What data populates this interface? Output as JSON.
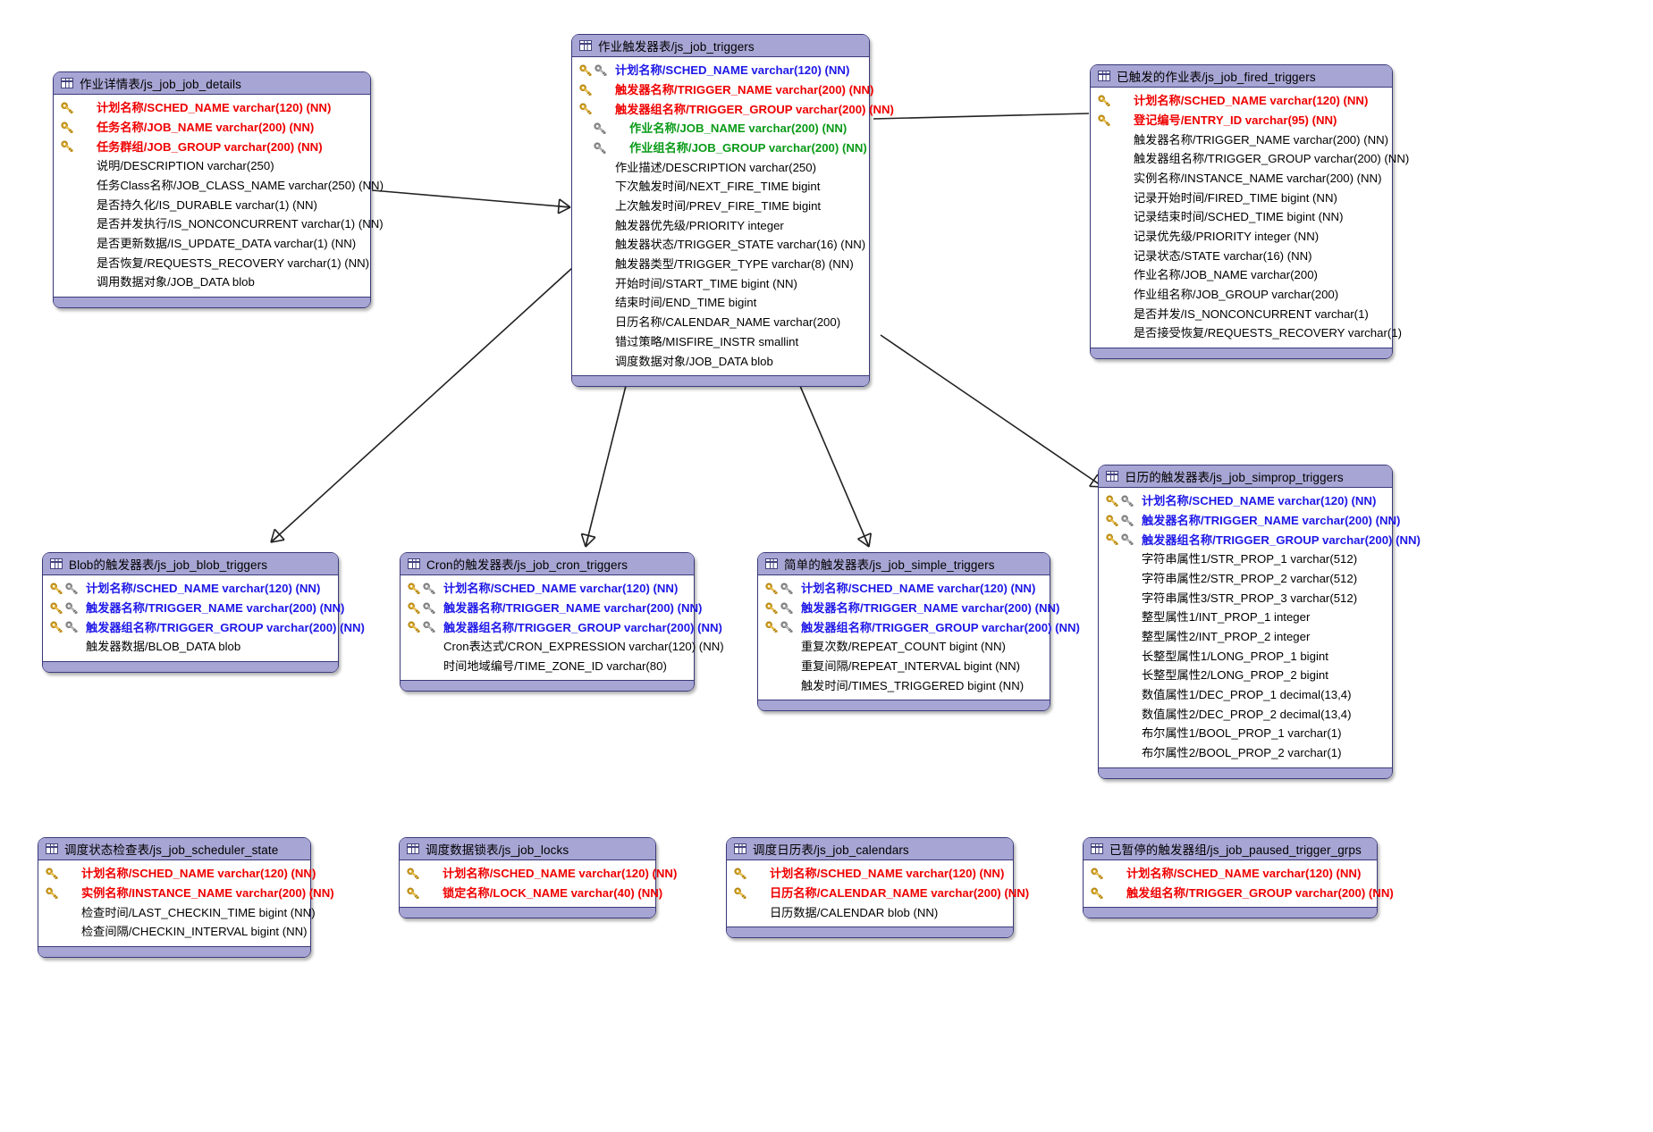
{
  "diagram": {
    "title": "Quartz 作业调度数据库 ER 图",
    "type": "entity-relationship-diagram",
    "colors": {
      "header_fill": "#a7a5d4",
      "border": "#3a3a7a",
      "pk_text": "#ef0000",
      "pkfk_text": "#1e18e8",
      "fk_text": "#0a9b18",
      "plain_text": "#000000",
      "link": "#222222",
      "background": "#ffffff"
    },
    "legend": {
      "gold_key": "primary-key",
      "gray_key": "foreign-key"
    }
  },
  "entities": [
    {
      "id": "job_details",
      "title": "作业详情表/js_job_job_details",
      "fields": [
        {
          "pk": true,
          "fk": false,
          "kind": "pk",
          "text": "计划名称/SCHED_NAME varchar(120) (NN)"
        },
        {
          "pk": true,
          "fk": false,
          "kind": "pk",
          "text": "任务名称/JOB_NAME varchar(200) (NN)"
        },
        {
          "pk": true,
          "fk": false,
          "kind": "pk",
          "text": "任务群组/JOB_GROUP varchar(200) (NN)"
        },
        {
          "pk": false,
          "fk": false,
          "kind": "plain",
          "text": "说明/DESCRIPTION varchar(250)"
        },
        {
          "pk": false,
          "fk": false,
          "kind": "plain",
          "text": "任务Class名称/JOB_CLASS_NAME varchar(250) (NN)"
        },
        {
          "pk": false,
          "fk": false,
          "kind": "plain",
          "text": "是否持久化/IS_DURABLE varchar(1) (NN)"
        },
        {
          "pk": false,
          "fk": false,
          "kind": "plain",
          "text": "是否并发执行/IS_NONCONCURRENT varchar(1) (NN)"
        },
        {
          "pk": false,
          "fk": false,
          "kind": "plain",
          "text": "是否更新数据/IS_UPDATE_DATA varchar(1) (NN)"
        },
        {
          "pk": false,
          "fk": false,
          "kind": "plain",
          "text": "是否恢复/REQUESTS_RECOVERY varchar(1) (NN)"
        },
        {
          "pk": false,
          "fk": false,
          "kind": "plain",
          "text": "调用数据对象/JOB_DATA blob"
        }
      ]
    },
    {
      "id": "triggers",
      "title": "作业触发器表/js_job_triggers",
      "fields": [
        {
          "pk": true,
          "fk": true,
          "kind": "pkfk",
          "text": "计划名称/SCHED_NAME varchar(120) (NN)"
        },
        {
          "pk": true,
          "fk": false,
          "kind": "pk",
          "text": "触发器名称/TRIGGER_NAME varchar(200) (NN)"
        },
        {
          "pk": true,
          "fk": false,
          "kind": "pk",
          "text": "触发器组名称/TRIGGER_GROUP varchar(200) (NN)"
        },
        {
          "pk": false,
          "fk": true,
          "kind": "fk",
          "text": "作业名称/JOB_NAME varchar(200) (NN)"
        },
        {
          "pk": false,
          "fk": true,
          "kind": "fk",
          "text": "作业组名称/JOB_GROUP varchar(200) (NN)"
        },
        {
          "pk": false,
          "fk": false,
          "kind": "plain",
          "text": "作业描述/DESCRIPTION varchar(250)"
        },
        {
          "pk": false,
          "fk": false,
          "kind": "plain",
          "text": "下次触发时间/NEXT_FIRE_TIME bigint"
        },
        {
          "pk": false,
          "fk": false,
          "kind": "plain",
          "text": "上次触发时间/PREV_FIRE_TIME bigint"
        },
        {
          "pk": false,
          "fk": false,
          "kind": "plain",
          "text": "触发器优先级/PRIORITY integer"
        },
        {
          "pk": false,
          "fk": false,
          "kind": "plain",
          "text": "触发器状态/TRIGGER_STATE varchar(16) (NN)"
        },
        {
          "pk": false,
          "fk": false,
          "kind": "plain",
          "text": "触发器类型/TRIGGER_TYPE varchar(8) (NN)"
        },
        {
          "pk": false,
          "fk": false,
          "kind": "plain",
          "text": "开始时间/START_TIME bigint (NN)"
        },
        {
          "pk": false,
          "fk": false,
          "kind": "plain",
          "text": "结束时间/END_TIME bigint"
        },
        {
          "pk": false,
          "fk": false,
          "kind": "plain",
          "text": "日历名称/CALENDAR_NAME varchar(200)"
        },
        {
          "pk": false,
          "fk": false,
          "kind": "plain",
          "text": "错过策略/MISFIRE_INSTR smallint"
        },
        {
          "pk": false,
          "fk": false,
          "kind": "plain",
          "text": "调度数据对象/JOB_DATA blob"
        }
      ]
    },
    {
      "id": "fired_triggers",
      "title": "已触发的作业表/js_job_fired_triggers",
      "fields": [
        {
          "pk": true,
          "fk": false,
          "kind": "pk",
          "text": "计划名称/SCHED_NAME varchar(120) (NN)"
        },
        {
          "pk": true,
          "fk": false,
          "kind": "pk",
          "text": "登记编号/ENTRY_ID varchar(95) (NN)"
        },
        {
          "pk": false,
          "fk": false,
          "kind": "plain",
          "text": "触发器名称/TRIGGER_NAME varchar(200) (NN)"
        },
        {
          "pk": false,
          "fk": false,
          "kind": "plain",
          "text": "触发器组名称/TRIGGER_GROUP varchar(200) (NN)"
        },
        {
          "pk": false,
          "fk": false,
          "kind": "plain",
          "text": "实例名称/INSTANCE_NAME varchar(200) (NN)"
        },
        {
          "pk": false,
          "fk": false,
          "kind": "plain",
          "text": "记录开始时间/FIRED_TIME bigint (NN)"
        },
        {
          "pk": false,
          "fk": false,
          "kind": "plain",
          "text": "记录结束时间/SCHED_TIME bigint (NN)"
        },
        {
          "pk": false,
          "fk": false,
          "kind": "plain",
          "text": "记录优先级/PRIORITY integer (NN)"
        },
        {
          "pk": false,
          "fk": false,
          "kind": "plain",
          "text": "记录状态/STATE varchar(16) (NN)"
        },
        {
          "pk": false,
          "fk": false,
          "kind": "plain",
          "text": "作业名称/JOB_NAME varchar(200)"
        },
        {
          "pk": false,
          "fk": false,
          "kind": "plain",
          "text": "作业组名称/JOB_GROUP varchar(200)"
        },
        {
          "pk": false,
          "fk": false,
          "kind": "plain",
          "text": "是否并发/IS_NONCONCURRENT varchar(1)"
        },
        {
          "pk": false,
          "fk": false,
          "kind": "plain",
          "text": "是否接受恢复/REQUESTS_RECOVERY varchar(1)"
        }
      ]
    },
    {
      "id": "simprop_triggers",
      "title": "日历的触发器表/js_job_simprop_triggers",
      "fields": [
        {
          "pk": true,
          "fk": true,
          "kind": "pkfk",
          "text": "计划名称/SCHED_NAME varchar(120) (NN)"
        },
        {
          "pk": true,
          "fk": true,
          "kind": "pkfk",
          "text": "触发器名称/TRIGGER_NAME varchar(200) (NN)"
        },
        {
          "pk": true,
          "fk": true,
          "kind": "pkfk",
          "text": "触发器组名称/TRIGGER_GROUP varchar(200) (NN)"
        },
        {
          "pk": false,
          "fk": false,
          "kind": "plain",
          "text": "字符串属性1/STR_PROP_1 varchar(512)"
        },
        {
          "pk": false,
          "fk": false,
          "kind": "plain",
          "text": "字符串属性2/STR_PROP_2 varchar(512)"
        },
        {
          "pk": false,
          "fk": false,
          "kind": "plain",
          "text": "字符串属性3/STR_PROP_3 varchar(512)"
        },
        {
          "pk": false,
          "fk": false,
          "kind": "plain",
          "text": "整型属性1/INT_PROP_1 integer"
        },
        {
          "pk": false,
          "fk": false,
          "kind": "plain",
          "text": "整型属性2/INT_PROP_2 integer"
        },
        {
          "pk": false,
          "fk": false,
          "kind": "plain",
          "text": "长整型属性1/LONG_PROP_1 bigint"
        },
        {
          "pk": false,
          "fk": false,
          "kind": "plain",
          "text": "长整型属性2/LONG_PROP_2 bigint"
        },
        {
          "pk": false,
          "fk": false,
          "kind": "plain",
          "text": "数值属性1/DEC_PROP_1 decimal(13,4)"
        },
        {
          "pk": false,
          "fk": false,
          "kind": "plain",
          "text": "数值属性2/DEC_PROP_2 decimal(13,4)"
        },
        {
          "pk": false,
          "fk": false,
          "kind": "plain",
          "text": "布尔属性1/BOOL_PROP_1 varchar(1)"
        },
        {
          "pk": false,
          "fk": false,
          "kind": "plain",
          "text": "布尔属性2/BOOL_PROP_2 varchar(1)"
        }
      ]
    },
    {
      "id": "blob_triggers",
      "title": "Blob的触发器表/js_job_blob_triggers",
      "fields": [
        {
          "pk": true,
          "fk": true,
          "kind": "pkfk",
          "text": "计划名称/SCHED_NAME varchar(120) (NN)"
        },
        {
          "pk": true,
          "fk": true,
          "kind": "pkfk",
          "text": "触发器名称/TRIGGER_NAME varchar(200) (NN)"
        },
        {
          "pk": true,
          "fk": true,
          "kind": "pkfk",
          "text": "触发器组名称/TRIGGER_GROUP varchar(200) (NN)"
        },
        {
          "pk": false,
          "fk": false,
          "kind": "plain",
          "text": "触发器数据/BLOB_DATA blob"
        }
      ]
    },
    {
      "id": "cron_triggers",
      "title": "Cron的触发器表/js_job_cron_triggers",
      "fields": [
        {
          "pk": true,
          "fk": true,
          "kind": "pkfk",
          "text": "计划名称/SCHED_NAME varchar(120) (NN)"
        },
        {
          "pk": true,
          "fk": true,
          "kind": "pkfk",
          "text": "触发器名称/TRIGGER_NAME varchar(200) (NN)"
        },
        {
          "pk": true,
          "fk": true,
          "kind": "pkfk",
          "text": "触发器组名称/TRIGGER_GROUP varchar(200) (NN)"
        },
        {
          "pk": false,
          "fk": false,
          "kind": "plain",
          "text": "Cron表达式/CRON_EXPRESSION varchar(120) (NN)"
        },
        {
          "pk": false,
          "fk": false,
          "kind": "plain",
          "text": "时间地域编号/TIME_ZONE_ID varchar(80)"
        }
      ]
    },
    {
      "id": "simple_triggers",
      "title": "简单的触发器表/js_job_simple_triggers",
      "fields": [
        {
          "pk": true,
          "fk": true,
          "kind": "pkfk",
          "text": "计划名称/SCHED_NAME varchar(120) (NN)"
        },
        {
          "pk": true,
          "fk": true,
          "kind": "pkfk",
          "text": "触发器名称/TRIGGER_NAME varchar(200) (NN)"
        },
        {
          "pk": true,
          "fk": true,
          "kind": "pkfk",
          "text": "触发器组名称/TRIGGER_GROUP varchar(200) (NN)"
        },
        {
          "pk": false,
          "fk": false,
          "kind": "plain",
          "text": "重复次数/REPEAT_COUNT bigint (NN)"
        },
        {
          "pk": false,
          "fk": false,
          "kind": "plain",
          "text": "重复间隔/REPEAT_INTERVAL bigint (NN)"
        },
        {
          "pk": false,
          "fk": false,
          "kind": "plain",
          "text": "触发时间/TIMES_TRIGGERED bigint (NN)"
        }
      ]
    },
    {
      "id": "scheduler_state",
      "title": "调度状态检查表/js_job_scheduler_state",
      "fields": [
        {
          "pk": true,
          "fk": false,
          "kind": "pk",
          "text": "计划名称/SCHED_NAME varchar(120) (NN)"
        },
        {
          "pk": true,
          "fk": false,
          "kind": "pk",
          "text": "实例名称/INSTANCE_NAME varchar(200) (NN)"
        },
        {
          "pk": false,
          "fk": false,
          "kind": "plain",
          "text": "检查时间/LAST_CHECKIN_TIME bigint (NN)"
        },
        {
          "pk": false,
          "fk": false,
          "kind": "plain",
          "text": "检查间隔/CHECKIN_INTERVAL bigint (NN)"
        }
      ]
    },
    {
      "id": "locks",
      "title": "调度数据锁表/js_job_locks",
      "fields": [
        {
          "pk": true,
          "fk": false,
          "kind": "pk",
          "text": "计划名称/SCHED_NAME varchar(120) (NN)"
        },
        {
          "pk": true,
          "fk": false,
          "kind": "pk",
          "text": "锁定名称/LOCK_NAME varchar(40) (NN)"
        }
      ]
    },
    {
      "id": "calendars",
      "title": "调度日历表/js_job_calendars",
      "fields": [
        {
          "pk": true,
          "fk": false,
          "kind": "pk",
          "text": "计划名称/SCHED_NAME varchar(120) (NN)"
        },
        {
          "pk": true,
          "fk": false,
          "kind": "pk",
          "text": "日历名称/CALENDAR_NAME varchar(200) (NN)"
        },
        {
          "pk": false,
          "fk": false,
          "kind": "plain",
          "text": "日历数据/CALENDAR blob (NN)"
        }
      ]
    },
    {
      "id": "paused_trigger_grps",
      "title": "已暂停的触发器组/js_job_paused_trigger_grps",
      "fields": [
        {
          "pk": true,
          "fk": false,
          "kind": "pk",
          "text": "计划名称/SCHED_NAME varchar(120) (NN)"
        },
        {
          "pk": true,
          "fk": false,
          "kind": "pk",
          "text": "触发组名称/TRIGGER_GROUP varchar(200) (NN)"
        }
      ]
    }
  ],
  "relationships": [
    {
      "from": "job_details",
      "to": "triggers",
      "notation": "crows-foot"
    },
    {
      "from": "triggers",
      "to": "fired_triggers",
      "notation": "crows-foot"
    },
    {
      "from": "triggers",
      "to": "blob_triggers",
      "notation": "crows-foot"
    },
    {
      "from": "triggers",
      "to": "cron_triggers",
      "notation": "crows-foot"
    },
    {
      "from": "triggers",
      "to": "simple_triggers",
      "notation": "crows-foot"
    },
    {
      "from": "triggers",
      "to": "simprop_triggers",
      "notation": "crows-foot"
    }
  ]
}
